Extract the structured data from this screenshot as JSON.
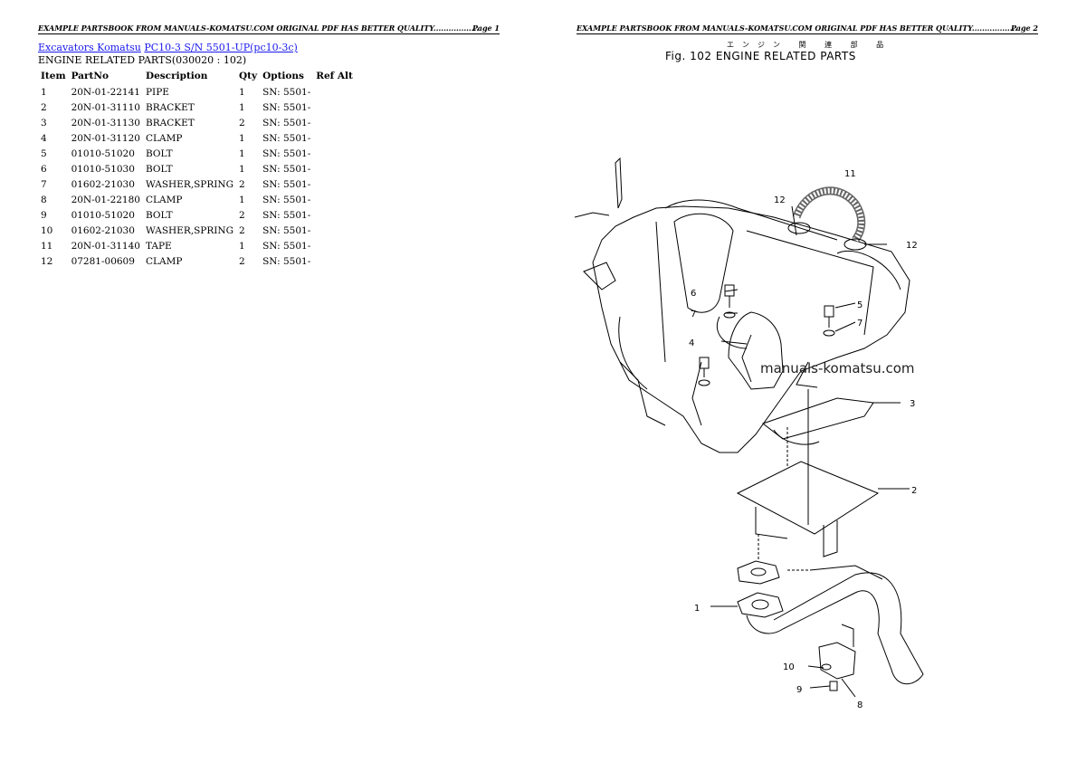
{
  "header": {
    "text": "EXAMPLE PARTSBOOK FROM MANUALS-KOMATSU.COM ORIGINAL PDF HAS BETTER QUALITY..................",
    "page1": "Page 1",
    "page2": "Page 2"
  },
  "breadcrumb": {
    "link1": "Excavators Komatsu",
    "link2": "PC10-3 S/N 5501-UP(pc10-3c)"
  },
  "section_title": "ENGINE RELATED PARTS(030020 : 102)",
  "table": {
    "headers": [
      "Item",
      "PartNo",
      "Description",
      "Qty",
      "Options",
      "Ref Alt"
    ],
    "rows": [
      [
        "1",
        "20N-01-22141",
        "PIPE",
        "1",
        "SN: 5501-",
        ""
      ],
      [
        "2",
        "20N-01-31110",
        "BRACKET",
        "1",
        "SN: 5501-",
        ""
      ],
      [
        "3",
        "20N-01-31130",
        "BRACKET",
        "2",
        "SN: 5501-",
        ""
      ],
      [
        "4",
        "20N-01-31120",
        "CLAMP",
        "1",
        "SN: 5501-",
        ""
      ],
      [
        "5",
        "01010-51020",
        "BOLT",
        "1",
        "SN: 5501-",
        ""
      ],
      [
        "6",
        "01010-51030",
        "BOLT",
        "1",
        "SN: 5501-",
        ""
      ],
      [
        "7",
        "01602-21030",
        "WASHER,SPRING",
        "2",
        "SN: 5501-",
        ""
      ],
      [
        "8",
        "20N-01-22180",
        "CLAMP",
        "1",
        "SN: 5501-",
        ""
      ],
      [
        "9",
        "01010-51020",
        "BOLT",
        "2",
        "SN: 5501-",
        ""
      ],
      [
        "10",
        "01602-21030",
        "WASHER,SPRING",
        "2",
        "SN: 5501-",
        ""
      ],
      [
        "11",
        "20N-01-31140",
        "TAPE",
        "1",
        "SN: 5501-",
        ""
      ],
      [
        "12",
        "07281-00609",
        "CLAMP",
        "2",
        "SN: 5501-",
        ""
      ]
    ]
  },
  "figure": {
    "japanese": "エンジン 関 連 部 品",
    "title": "Fig. 102   ENGINE RELATED PARTS",
    "watermark": "manuals-komatsu.com",
    "callouts": [
      "11",
      "12",
      "12",
      "6",
      "7",
      "5",
      "7",
      "4",
      "3",
      "2",
      "1",
      "10",
      "9",
      "8"
    ]
  }
}
